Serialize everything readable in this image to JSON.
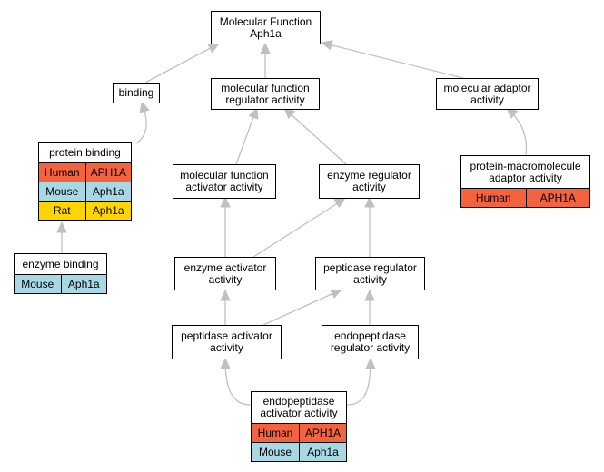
{
  "colors": {
    "edge": "#c0c0c0",
    "Human": "#f4623e",
    "Mouse": "#a8d8e4",
    "Rat": "#ffd500"
  },
  "nodes": {
    "mf": {
      "lines": [
        "Molecular Function",
        "Aph1a"
      ],
      "rows": []
    },
    "binding": {
      "lines": [
        "binding"
      ],
      "rows": []
    },
    "mfra": {
      "lines": [
        "molecular function",
        "regulator activity"
      ],
      "rows": []
    },
    "maa": {
      "lines": [
        "molecular adaptor",
        "activity"
      ],
      "rows": []
    },
    "pb": {
      "lines": [
        "protein binding"
      ],
      "rows": [
        {
          "species": "Human",
          "gene": "APH1A"
        },
        {
          "species": "Mouse",
          "gene": "Aph1a"
        },
        {
          "species": "Rat",
          "gene": "Aph1a"
        }
      ]
    },
    "mfaa": {
      "lines": [
        "molecular function",
        "activator activity"
      ],
      "rows": []
    },
    "era": {
      "lines": [
        "enzyme regulator",
        "activity"
      ],
      "rows": []
    },
    "pmaa": {
      "lines": [
        "protein-macromolecule",
        "adaptor activity"
      ],
      "rows": [
        {
          "species": "Human",
          "gene": "APH1A"
        }
      ]
    },
    "eb": {
      "lines": [
        "enzyme binding"
      ],
      "rows": [
        {
          "species": "Mouse",
          "gene": "Aph1a"
        }
      ]
    },
    "eaa": {
      "lines": [
        "enzyme activator",
        "activity"
      ],
      "rows": []
    },
    "pra": {
      "lines": [
        "peptidase regulator",
        "activity"
      ],
      "rows": []
    },
    "paa": {
      "lines": [
        "peptidase activator",
        "activity"
      ],
      "rows": []
    },
    "epra": {
      "lines": [
        "endopeptidase",
        "regulator activity"
      ],
      "rows": []
    },
    "epaa": {
      "lines": [
        "endopeptidase",
        "activator activity"
      ],
      "rows": [
        {
          "species": "Human",
          "gene": "APH1A"
        },
        {
          "species": "Mouse",
          "gene": "Aph1a"
        }
      ]
    }
  }
}
